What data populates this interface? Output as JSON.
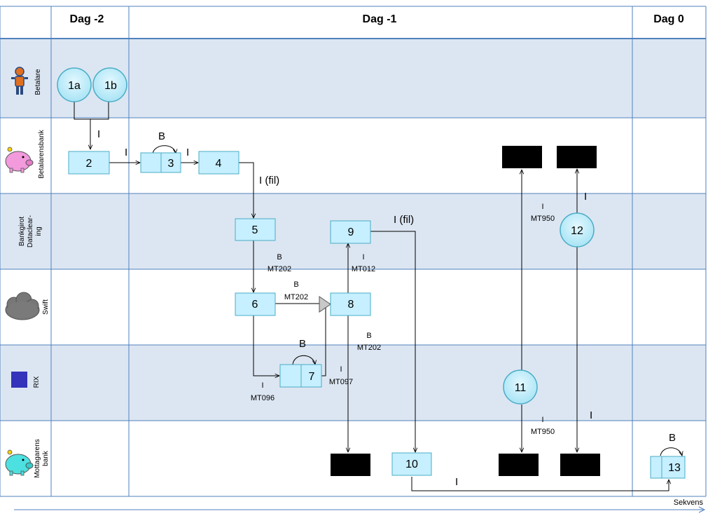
{
  "columns": {
    "dag_minus2": "Dag -2",
    "dag_minus1": "Dag -1",
    "dag_0": "Dag 0"
  },
  "lanes": {
    "betalare": "Betalare",
    "betalarens_bank": "Betalarensbank",
    "bankgirot_line1": "Bankgirot",
    "bankgirot_line2": "Dataclear-",
    "bankgirot_line3": "ing",
    "swift": "Swift",
    "rix": "RIX",
    "mottagarens_line1": "Mottagarens",
    "mottagarens_line2": "bank"
  },
  "nodes": {
    "n1a": "1a",
    "n1b": "1b",
    "n2": "2",
    "n3": "3",
    "n4": "4",
    "n5": "5",
    "n6": "6",
    "n7": "7",
    "n8": "8",
    "n9": "9",
    "n10": "10",
    "n11": "11",
    "n12": "12",
    "n13": "13"
  },
  "edge_labels": {
    "i_1_2": "I",
    "i_2_3": "I",
    "b_3": "B",
    "i_3_4": "I",
    "i_fil_4_5": "I (fil)",
    "b_5_6": "B",
    "mt202_5_6": "MT202",
    "b_6_8": "B",
    "mt202_6_8": "MT202",
    "i_6_7": "I",
    "mt096": "MT096",
    "b_7": "B",
    "i_7_8": "I",
    "mt097": "MT097",
    "i_8_9": "I",
    "mt012": "MT012",
    "b_8_mb": "B",
    "mt202_8_mb": "MT202",
    "i_fil_9_10": "I (fil)",
    "i_11_top": "I",
    "mt950_top": "MT950",
    "i_12_top": "I",
    "i_11_bottom": "I",
    "mt950_bottom": "MT950",
    "i_12_bottom": "I",
    "i_10_13": "I",
    "b_13": "B"
  },
  "footer": {
    "sekvens": "Sekvens"
  },
  "colors": {
    "lane_shaded": "#dce6f2",
    "grid_line": "#4f81bd",
    "node_fill": "#c6efff",
    "node_border": "#4aacc6",
    "black_box": "#000000",
    "rix_square": "#3333bb"
  }
}
